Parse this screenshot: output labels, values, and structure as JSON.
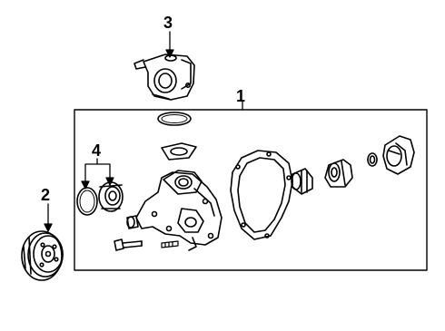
{
  "callouts": {
    "assembly": "1",
    "pulley": "2",
    "housing": "3",
    "gasket_group": "4"
  }
}
